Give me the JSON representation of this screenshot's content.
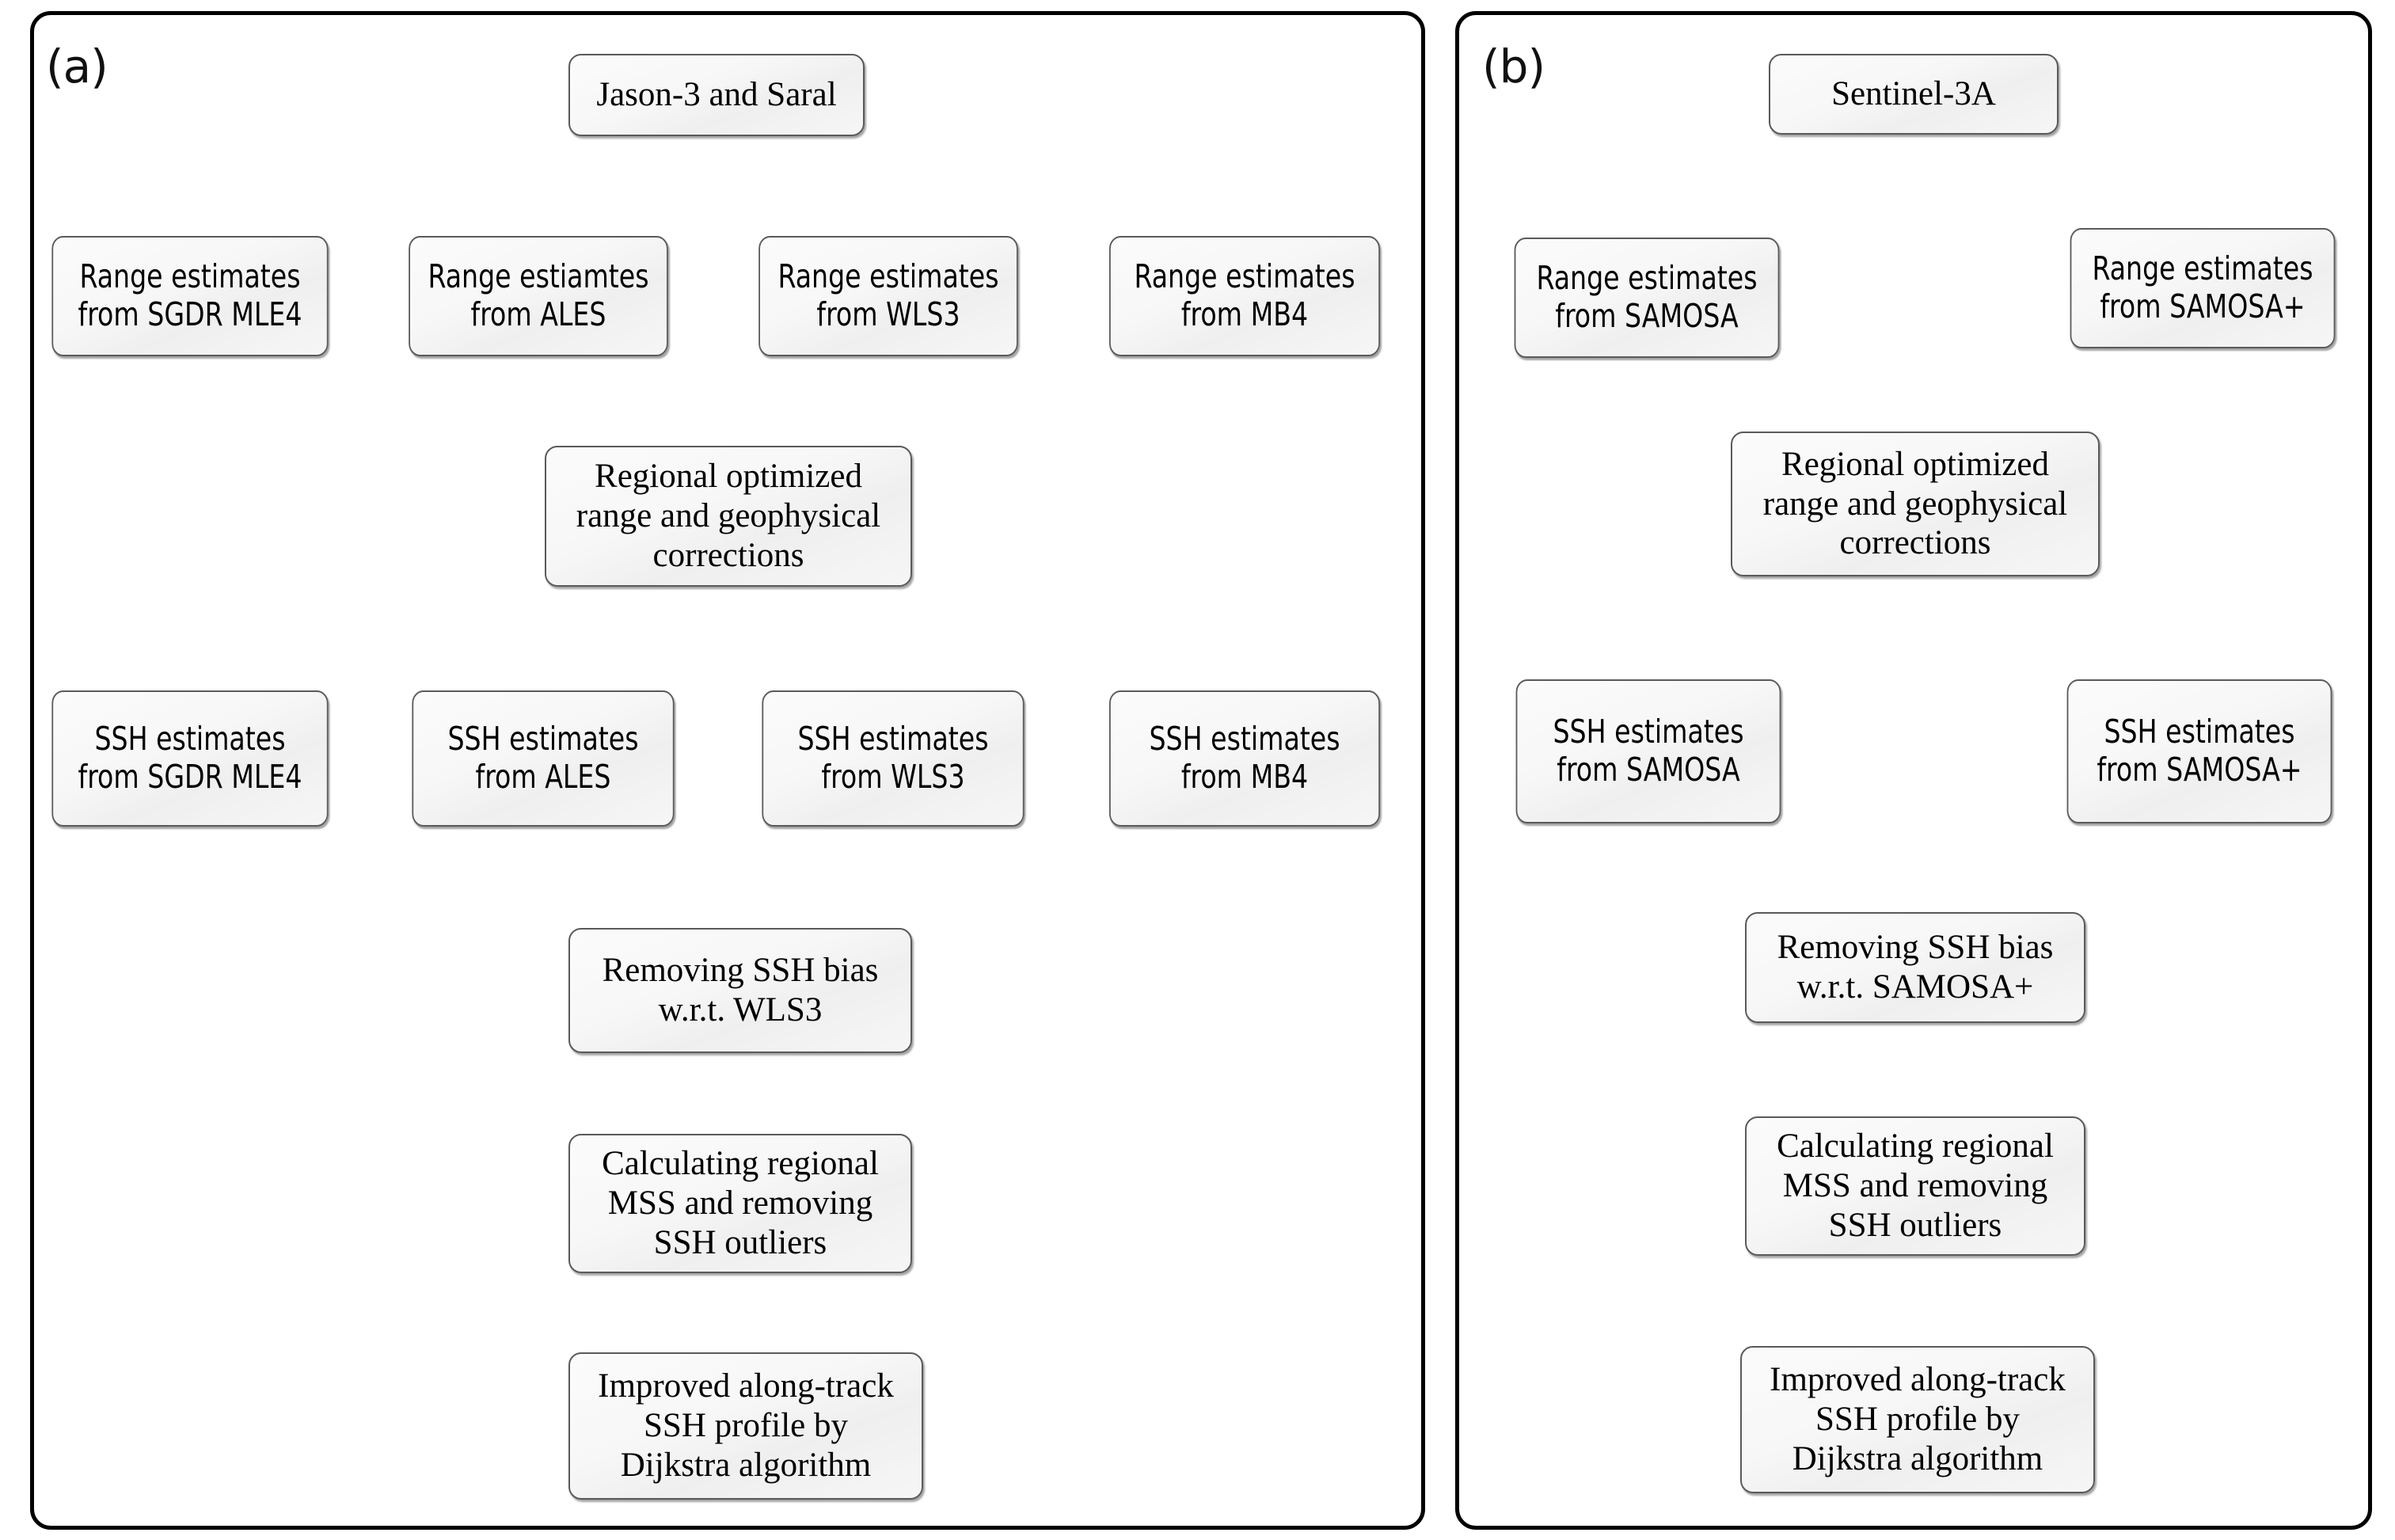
{
  "figure": {
    "type": "flowchart",
    "panels": [
      {
        "id": "a",
        "label": "(a)",
        "nodes": [
          {
            "id": "a-source",
            "name": "jason3-saral",
            "text": "Jason-3 and Saral"
          },
          {
            "id": "a-r1",
            "name": "range-sgdr-mle4",
            "text": "Range estimates\nfrom SGDR MLE4"
          },
          {
            "id": "a-r2",
            "name": "range-ales",
            "text": "Range estiamtes\nfrom ALES"
          },
          {
            "id": "a-r3",
            "name": "range-wls3",
            "text": "Range estimates\nfrom WLS3"
          },
          {
            "id": "a-r4",
            "name": "range-mb4",
            "text": "Range estimates\nfrom MB4"
          },
          {
            "id": "a-reg",
            "name": "regional-optimized",
            "text": "Regional optimized\nrange and geophysical\ncorrections"
          },
          {
            "id": "a-s1",
            "name": "ssh-sgdr-mle4",
            "text": "SSH estimates\nfrom SGDR MLE4"
          },
          {
            "id": "a-s2",
            "name": "ssh-ales",
            "text": "SSH estimates\nfrom ALES"
          },
          {
            "id": "a-s3",
            "name": "ssh-wls3",
            "text": "SSH estimates\nfrom WLS3"
          },
          {
            "id": "a-s4",
            "name": "ssh-mb4",
            "text": "SSH estimates\nfrom MB4"
          },
          {
            "id": "a-bias",
            "name": "removing-ssh-bias",
            "text": "Removing SSH bias\nw.r.t. WLS3"
          },
          {
            "id": "a-mss",
            "name": "calculating-mss",
            "text": "Calculating regional\nMSS and removing\nSSH outliers"
          },
          {
            "id": "a-out",
            "name": "improved-ssh-profile",
            "text": "Improved along-track\nSSH profile by\nDijkstra algorithm"
          }
        ]
      },
      {
        "id": "b",
        "label": "(b)",
        "nodes": [
          {
            "id": "b-source",
            "name": "sentinel-3a",
            "text": "Sentinel-3A"
          },
          {
            "id": "b-r1",
            "name": "range-samosa",
            "text": "Range estimates\nfrom SAMOSA"
          },
          {
            "id": "b-r2",
            "name": "range-samosa-plus",
            "text": "Range estimates\nfrom SAMOSA+"
          },
          {
            "id": "b-reg",
            "name": "regional-optimized",
            "text": "Regional optimized\nrange and geophysical\ncorrections"
          },
          {
            "id": "b-s1",
            "name": "ssh-samosa",
            "text": "SSH estimates\nfrom SAMOSA"
          },
          {
            "id": "b-s2",
            "name": "ssh-samosa-plus",
            "text": "SSH estimates\nfrom SAMOSA+"
          },
          {
            "id": "b-bias",
            "name": "removing-ssh-bias",
            "text": "Removing SSH bias\nw.r.t. SAMOSA+"
          },
          {
            "id": "b-mss",
            "name": "calculating-mss",
            "text": "Calculating regional\nMSS and removing\nSSH outliers"
          },
          {
            "id": "b-out",
            "name": "improved-ssh-profile",
            "text": "Improved along-track\nSSH profile by\nDijkstra algorithm"
          }
        ]
      }
    ],
    "colors": {
      "panel_border": "#000000",
      "node_border": "#5a5a5a",
      "node_fill": "#f5f5f5",
      "edge": "#000000",
      "text": "#000000"
    }
  }
}
